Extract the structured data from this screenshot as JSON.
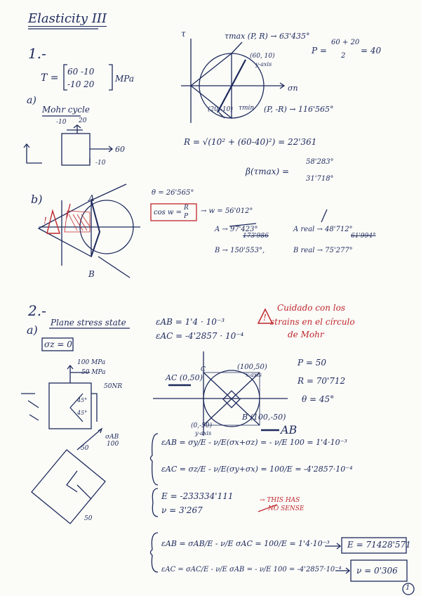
{
  "title": "Elasticity III",
  "p1": {
    "number": "1.-",
    "matrix_label": "T =",
    "matrix_row1": "60   -10",
    "matrix_row2": "-10   20",
    "unit": "MPa",
    "part_a": "a)",
    "mohr_label": "Mohr cycle",
    "elem_top_left": "-10",
    "elem_top_right": "20",
    "elem_right": "60",
    "elem_bottom": "-10",
    "axis_tau": "τ",
    "axis_sigma": "σn",
    "tmax_pos": "τmax (P, R) → 63'435°",
    "pt_60_10": "(60, 10)",
    "y_axis": "y-axis",
    "pt_20_10": "(20,-10)",
    "tmin": "τmin",
    "tmin_neg": "(P, -R) → 116'565°",
    "p_eq": "P =",
    "p_frac_num": "60 + 20",
    "p_frac_den": "2",
    "p_result": "= 40",
    "r_eq": "R = √(10² + (60-40)²) = 22'361",
    "beta": "β(τmax) =",
    "beta1": "58'283°",
    "beta2": "31'718°",
    "part_b": "b)",
    "theta": "θ = 26'565°",
    "cosw": "cos w =",
    "cosw_num": "R",
    "cosw_den": "P",
    "w_result": "→ w = 56'012°",
    "a_line": "A → 97'423°",
    "a_struck": "173'986",
    "a_real": "A real → 48'712°",
    "a_real_struck": "61'994°",
    "b_line": "B → 150'553°,",
    "b_real": "B real → 75'277°",
    "lbl_A": "A",
    "lbl_B": "B"
  },
  "p2": {
    "number": "2.-",
    "part_a": "a)",
    "plane_stress": "Plane stress state",
    "sigma_z": "σz = 0",
    "eab": "εAB = 1'4 · 10⁻³",
    "eac": "εAC = -4'2857 · 10⁻⁴",
    "warn1": "Cuidado con los",
    "warn2": "strains en el círculo",
    "warn3": "de Mohr",
    "s100": "100 MPa",
    "s50": "50 MPa",
    "s50nr": "50NR",
    "ang1": "45°",
    "ang2": "45°",
    "ac_pt": "AC (0,50)",
    "c_lbl": "C",
    "pt_100_50": "(100,50)",
    "x_axis": "x-axis",
    "pt_0_50": "(0,-50)",
    "y_axis2": "y-axis",
    "b_pt": "B (100,-50)",
    "ab_lbl": "AB",
    "p_val": "P = 50",
    "r_val": "R = 70'712",
    "theta_val": "θ = 45°",
    "eq1": "εAB = σy/E - ν/E(σx+σz) = - ν/E 100 = 1'4·10⁻³",
    "eq2": "εAC = σz/E - ν/E(σy+σx) = 100/E = -4'2857·10⁻⁴",
    "e_val": "E = -233334'111",
    "nu_val": "ν = 3'267",
    "no_sense1": "→ THIS HAS",
    "no_sense2": "NO SENSE",
    "eq3": "εAB = σAB/E - ν/E σAC = 100/E = 1'4·10⁻³",
    "eq4": "εAC = σAC/E - ν/E σAB = - ν/E 100 = -4'2857·10⁻⁴",
    "e_final": "E = 71428'571",
    "nu_final": "ν = 0'306",
    "sab": "σAB",
    "s100b": "100",
    "m50": "-50",
    "s50b": "50",
    "page_num": "1"
  }
}
